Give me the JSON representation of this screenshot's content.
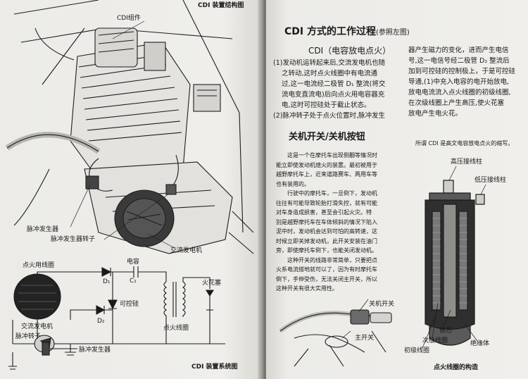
{
  "left_page": {
    "top_caption": "CDI 装置结构图",
    "bottom_caption": "CDI 装置系统图",
    "engine_labels": {
      "cdi_unit": "CDI组件",
      "pulse_generator": "脉冲发生器",
      "pulse_rotor": "脉冲发生器转子",
      "alternator": "交流发电机"
    },
    "circuit_labels": {
      "ignition_coil_winding": "点火用线圈",
      "capacitor_title": "电容",
      "capacitor": "C₁",
      "diode1": "D₁",
      "diode2": "D₂",
      "thyristor": "可控硅",
      "spark_plug": "火花塞",
      "ignition_coil": "点火线圈",
      "alternator": "交流发电机",
      "pulse_rotor": "脉冲转子",
      "pulse_generator": "脉冲发生器"
    }
  },
  "right_page": {
    "title": "CDI 方式的工作过程",
    "title_note": "(参照左图)",
    "subtitle": "CDI（电容放电点火）",
    "left_col": [
      "(1)发动机运转起来后,交流发电机也随",
      "之转动,这时点火线圈中有电流通",
      "过,这一电流经二极管 D₁ 整流(将交",
      "流电变直流电)后向点火用电容器充",
      "电,这时可控硅处于截止状态。",
      "(2)脉冲转子处于点火位置时,脉冲发生"
    ],
    "right_col": [
      "器产生磁力的变化，进而产生电信",
      "号,这一电信号经二极管 D₂ 整流后",
      "加到可控硅的控制极上，于是可控硅",
      "导通,(1)中充入电容的电开始放电,",
      "放电电流流入点火线圈的初级线圈,",
      "在次级线圈上产生高压,使火花塞",
      "放电产生电火花。"
    ],
    "right_note": "所谓 CDI 是高文电容放电点火的缩写。",
    "section_title": "关机开关/关机按钮",
    "section_paras": [
      "这是一个在摩托车出现侧翻等情况时",
      "能立即使发动机熄火的装置。最初被用于",
      "越野摩托车上，近来道路赛车、两用车等",
      "也有装用的。",
      "行驶中的摩托车，一旦倒下，发动机",
      "往往有可能导致轮胎打滑失控，就有可能",
      "对车身造成损害，甚至会引起火灾。特",
      "别是越野摩托车在车体倾斜的情况下陷入",
      "泥中时，发动机会达到可怕的高转速，这",
      "时候立即关掉发动机，此开关安装在油门",
      "旁，即使摩托车倒下，也能关闭发动机。",
      "这种开关的线路非常简单，只要把点",
      "火系电流搭地就可以了，因为有时摩托车",
      "倒下，手伸受伤，无法关闭主开关，所以",
      "这种开关有很大实用性。"
    ],
    "switch_labels": {
      "kill_switch": "关机开关",
      "main_switch": "主开关"
    },
    "coil_labels": {
      "hv_terminal": "高压接线柱",
      "lv_terminal": "低压接线柱",
      "core": "铁芯",
      "secondary": "次级线圈",
      "primary": "初级线圈",
      "insulator": "绝缘体"
    },
    "coil_caption": "点火线圈的构造"
  }
}
